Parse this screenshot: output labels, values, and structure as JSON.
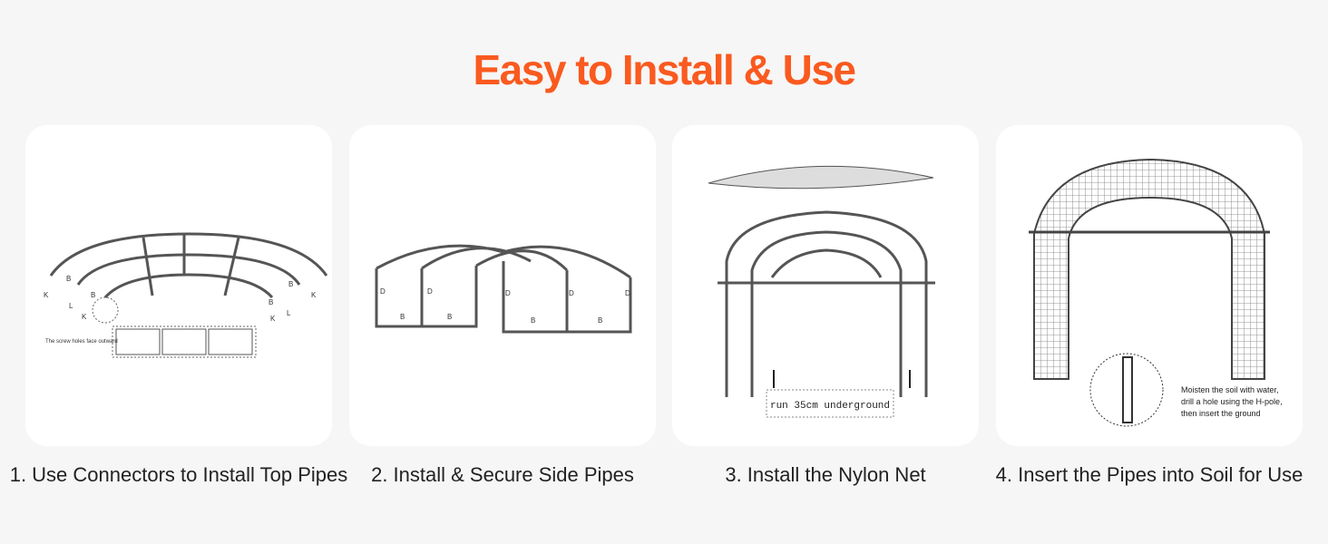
{
  "title": "Easy to Install & Use",
  "steps": [
    {
      "caption": "1. Use Connectors to Install Top Pipes",
      "labels": [
        "K",
        "B",
        "L",
        "B",
        "K",
        "B",
        "K",
        "B",
        "L",
        "K"
      ],
      "note": "The screw holes face outward"
    },
    {
      "caption": "2. Install & Secure Side Pipes",
      "labels": [
        "D",
        "D",
        "D",
        "D",
        "D",
        "B",
        "B",
        "B",
        "B"
      ]
    },
    {
      "caption": "3. Install the Nylon Net",
      "note": "run 35cm underground"
    },
    {
      "caption": "4. Insert the Pipes into Soil for Use",
      "note": "Moisten the soil with water, drill a hole using the H-pole, then insert the ground"
    }
  ],
  "colors": {
    "accent": "#fa5a1f",
    "background": "#f6f6f6",
    "card": "#ffffff"
  }
}
